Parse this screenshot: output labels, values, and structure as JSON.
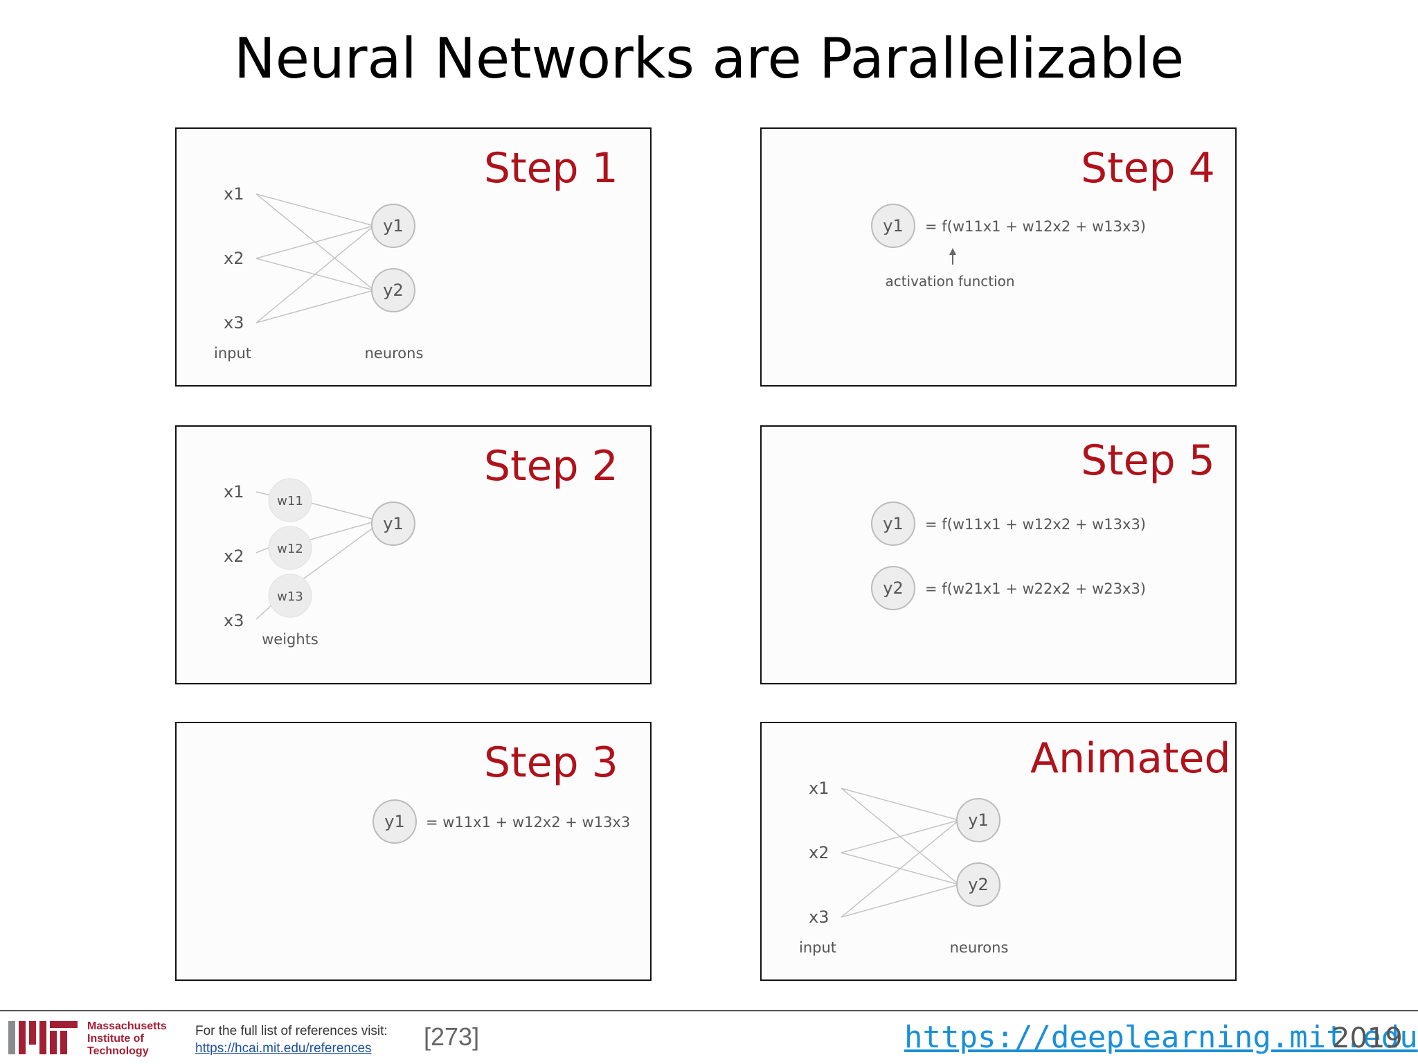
{
  "title": "Neural Networks are Parallelizable",
  "panels": {
    "p1": {
      "step": "Step 1",
      "x1": "x1",
      "x2": "x2",
      "x3": "x3",
      "y1": "y1",
      "y2": "y2",
      "input": "input",
      "neurons": "neurons"
    },
    "p2": {
      "step": "Step 2",
      "x1": "x1",
      "x2": "x2",
      "x3": "x3",
      "w11": "w11",
      "w12": "w12",
      "w13": "w13",
      "y1": "y1",
      "weights": "weights"
    },
    "p3": {
      "step": "Step 3",
      "y1": "y1",
      "equation": "= w11x1 + w12x2 + w13x3"
    },
    "p4": {
      "step": "Step 4",
      "y1": "y1",
      "equation": "= f(w11x1 + w12x2 + w13x3)",
      "activation": "activation function"
    },
    "p5": {
      "step": "Step 5",
      "y1": "y1",
      "y2": "y2",
      "eq1": "= f(w11x1 + w12x2 + w13x3)",
      "eq2": "= f(w21x1 + w22x2 + w23x3)"
    },
    "p6": {
      "step": "Animated",
      "x1": "x1",
      "x2": "x2",
      "x3": "x3",
      "y1": "y1",
      "y2": "y2",
      "input": "input",
      "neurons": "neurons"
    }
  },
  "footer": {
    "institution_line1": "Massachusetts",
    "institution_line2": "Institute of",
    "institution_line3": "Technology",
    "refs_text": "For the full list of references visit:",
    "refs_link": "https://hcai.mit.edu/references",
    "ref_number": "[273]",
    "site": "https://deeplearning.mit.edu",
    "year": "2019"
  },
  "colors": {
    "step_red": "#b0121b",
    "site_blue": "#1a8fd8",
    "mit_red": "#a31f34"
  }
}
